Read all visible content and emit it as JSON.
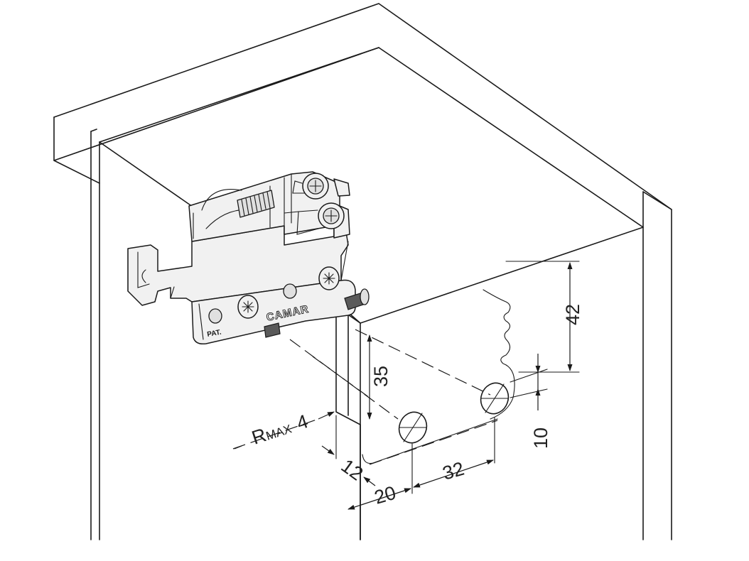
{
  "diagram": {
    "brand": "CAMAR",
    "patent_mark": "PAT.",
    "dimensions": {
      "rmax_prefix": "R",
      "rmax_sub": "MAX",
      "rmax_value": "4",
      "d35": "35",
      "d42": "42",
      "d12": "12",
      "d20": "20",
      "d32": "32",
      "d10": "10"
    }
  }
}
